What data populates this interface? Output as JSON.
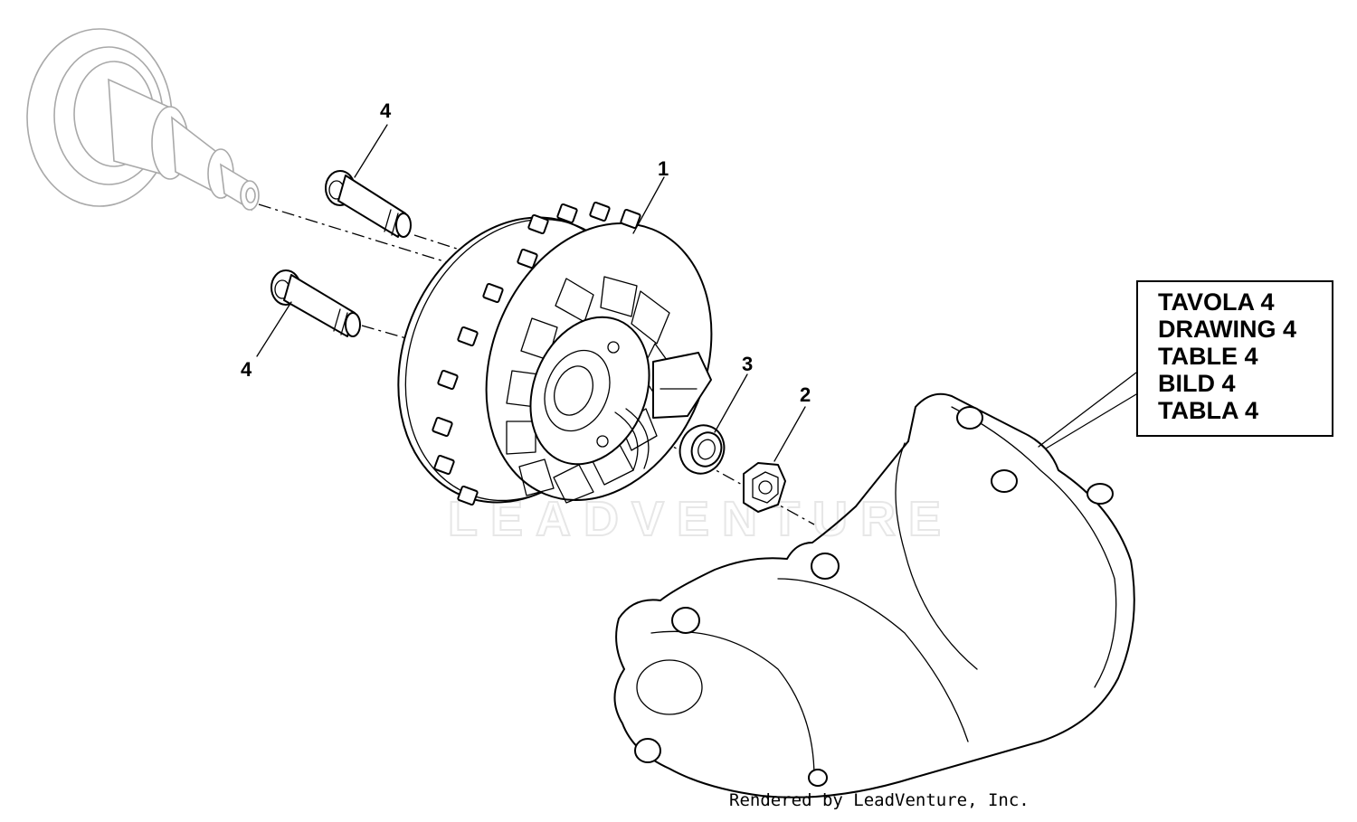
{
  "diagram": {
    "parts": [
      {
        "number": "1",
        "name": "stator"
      },
      {
        "number": "2",
        "name": "nut"
      },
      {
        "number": "3",
        "name": "washer"
      },
      {
        "number": "4",
        "name": "bolt"
      }
    ],
    "callouts": {
      "c1": "1",
      "c2": "2",
      "c3": "3",
      "c4a": "4",
      "c4b": "4"
    },
    "legend": [
      "TAVOLA 4",
      "DRAWING 4",
      "TABLE 4",
      "BILD 4",
      "TABLA 4"
    ],
    "watermark": "LEADVENTURE",
    "credit": "Rendered by LeadVenture, Inc."
  }
}
